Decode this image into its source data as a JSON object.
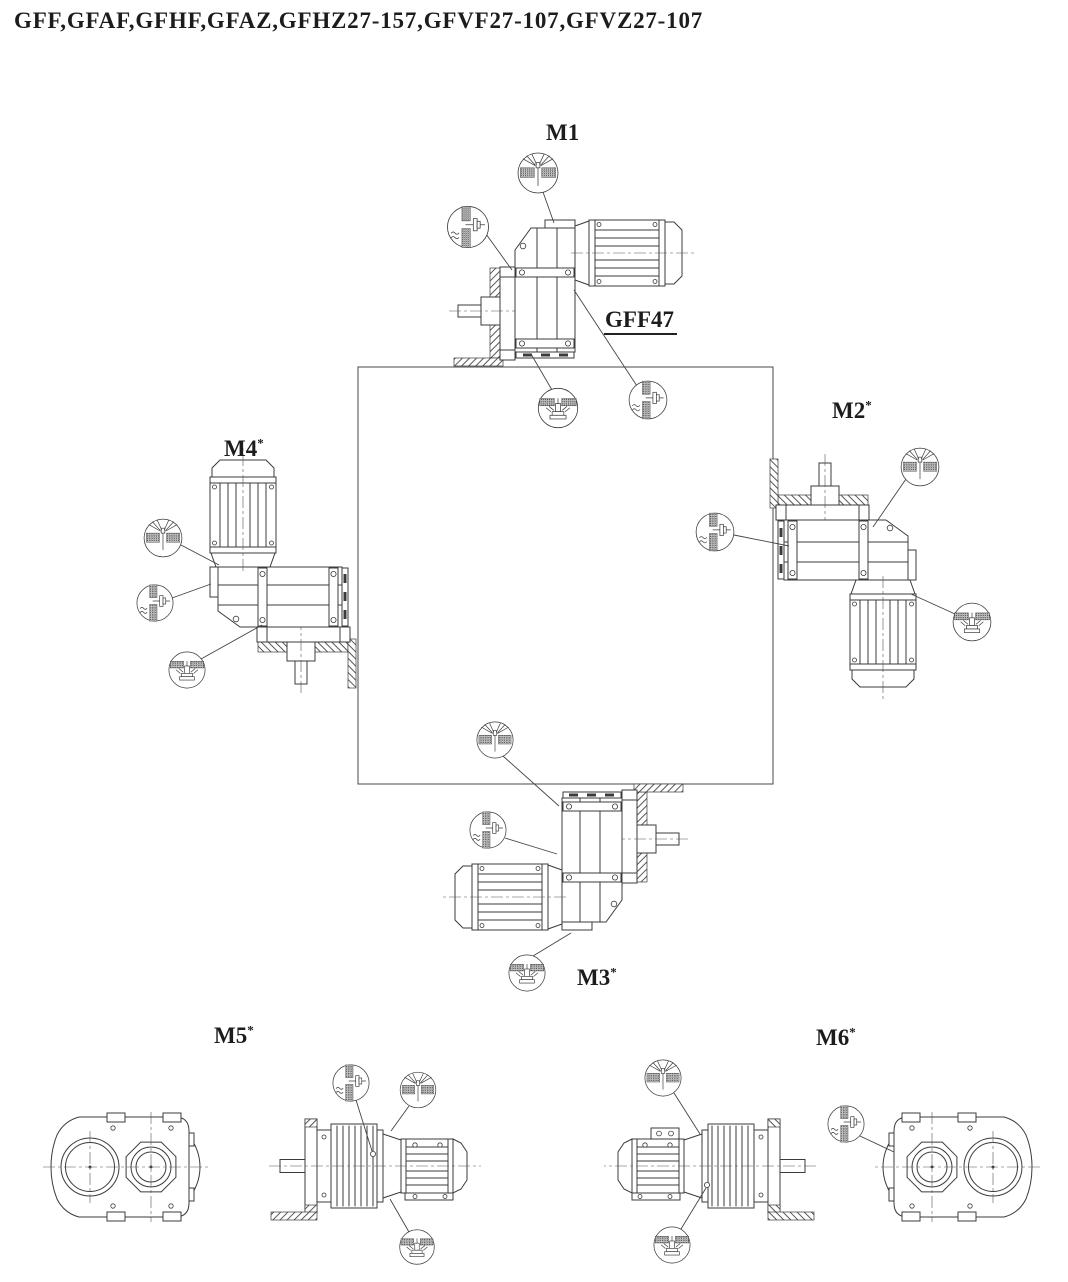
{
  "title": "GFF,GFAF,GFHF,GFAZ,GFHZ27-157,GFVF27-107,GFVZ27-107",
  "unit_label": "GFF47",
  "positions": {
    "m1": {
      "label": "M1",
      "star": ""
    },
    "m2": {
      "label": "M2",
      "star": "*"
    },
    "m3": {
      "label": "M3",
      "star": "*"
    },
    "m4": {
      "label": "M4",
      "star": "*"
    },
    "m5": {
      "label": "M5",
      "star": "*"
    },
    "m6": {
      "label": "M6",
      "star": "*"
    }
  },
  "symbols": {
    "vent": "breather-vent-plug",
    "level": "oil-level-plug",
    "drain": "oil-drain-plug"
  },
  "colors": {
    "line": "#3b3b3b",
    "text": "#1c1c1c",
    "background": "#ffffff"
  }
}
